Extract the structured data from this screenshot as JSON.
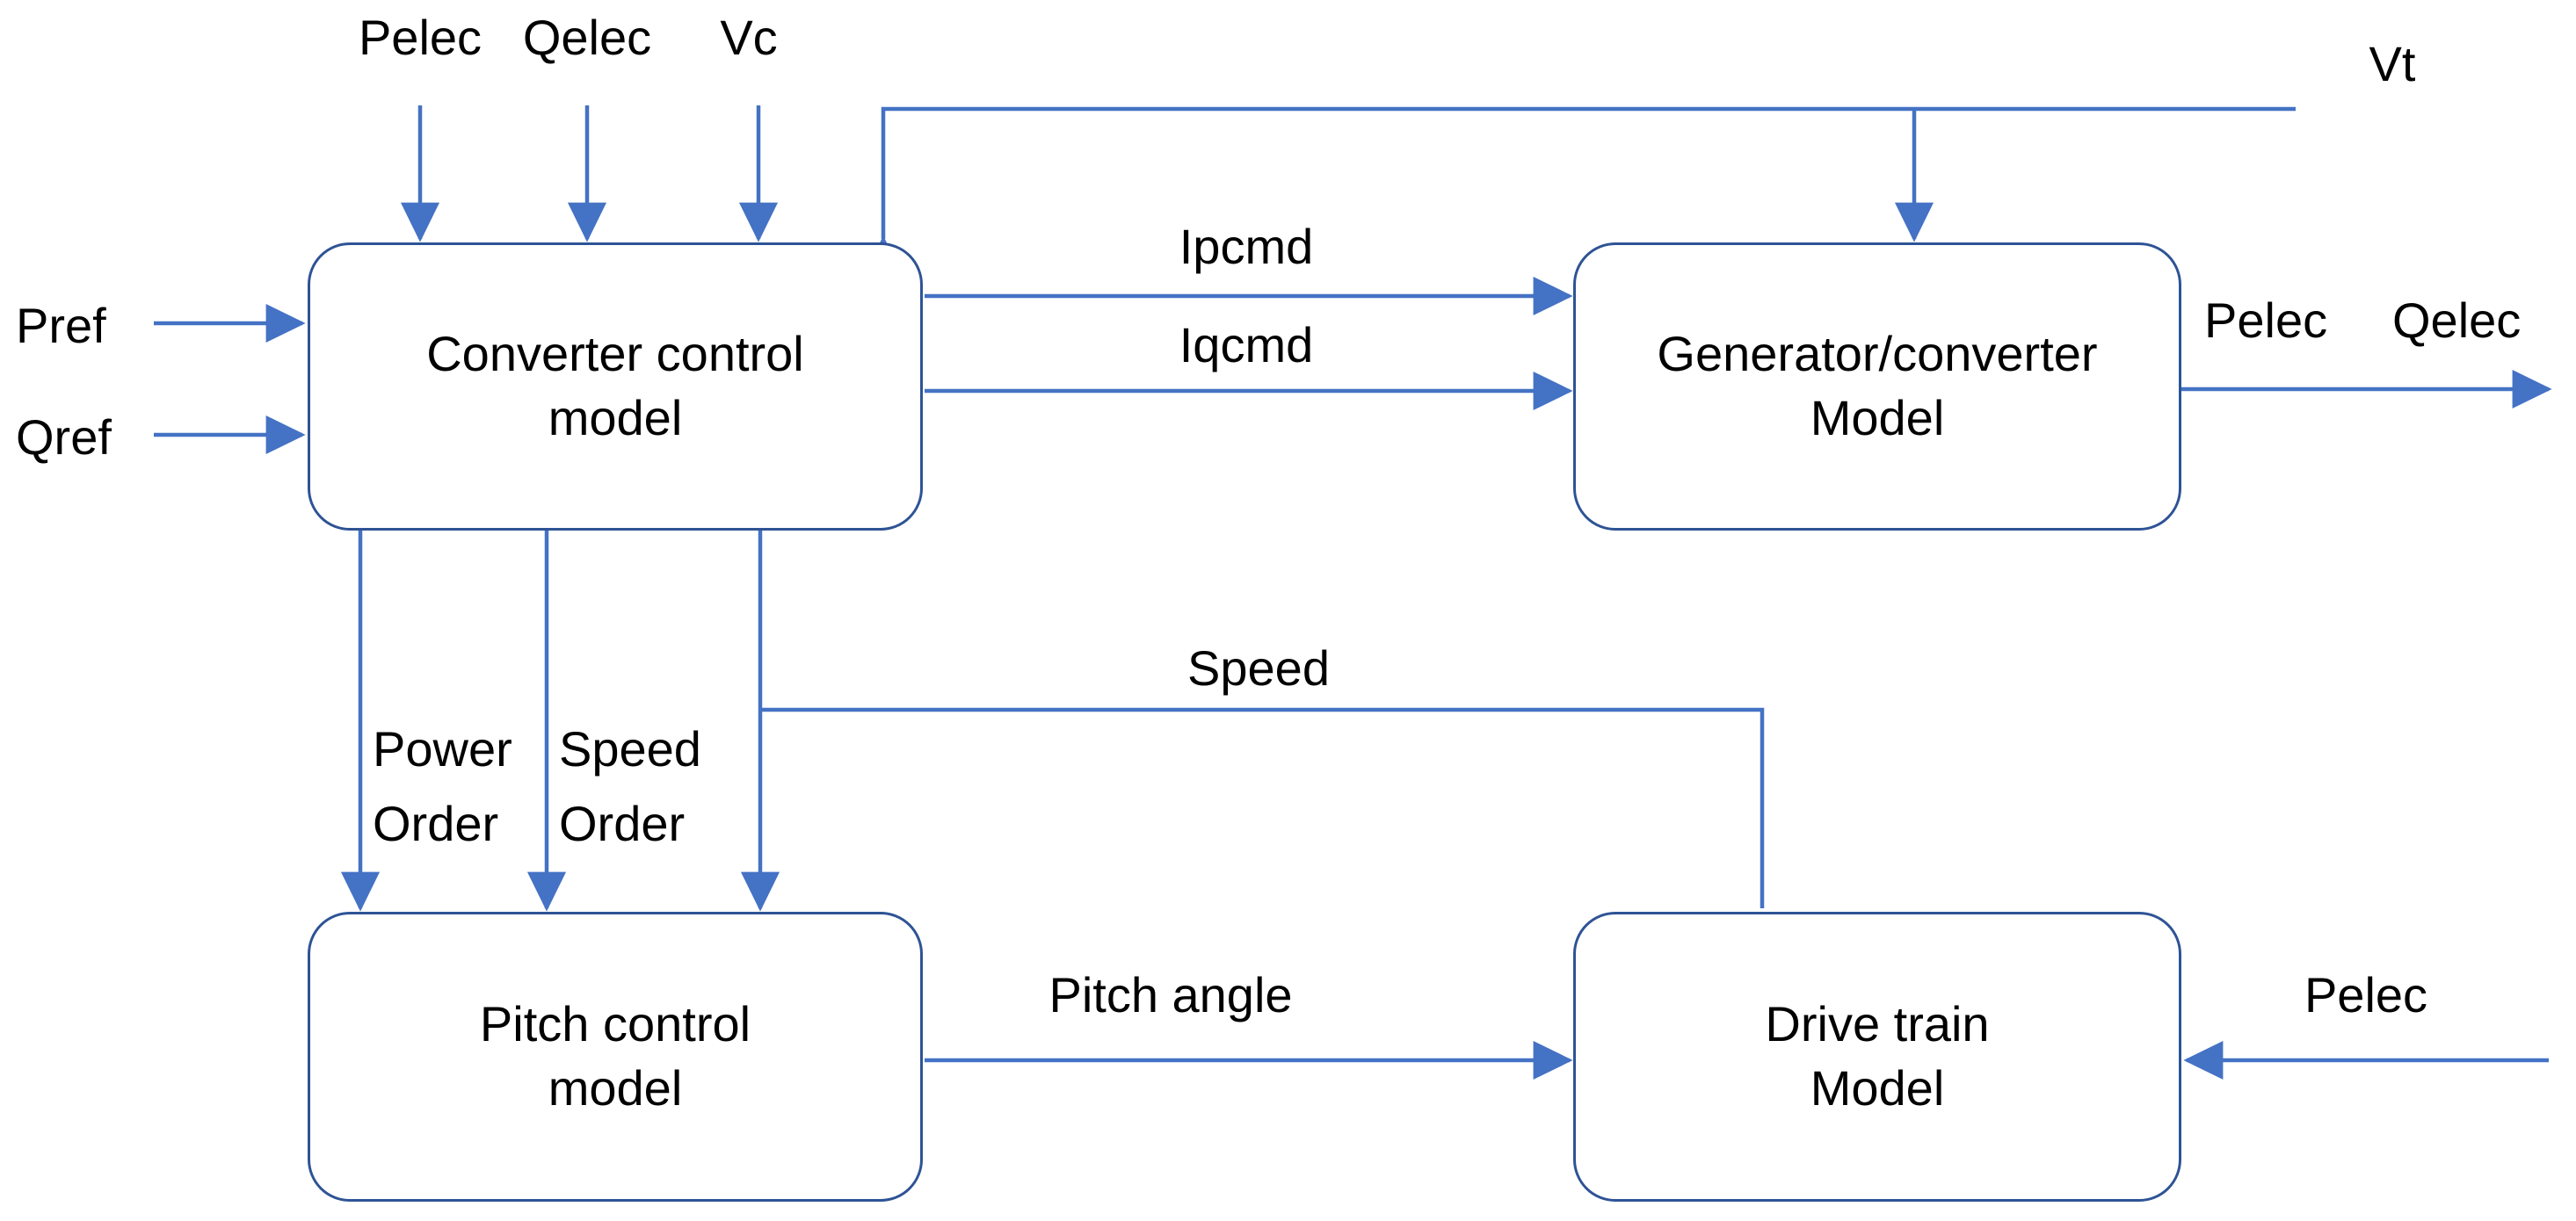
{
  "diagram": {
    "title": "Wind turbine generator model block diagram",
    "accent_color": "#4472C4",
    "box_border_color": "#2E5395",
    "text_color": "#000000",
    "background_color": "#FFFFFF"
  },
  "blocks": {
    "converter_control": {
      "line1": "Converter control",
      "line2": "model"
    },
    "generator_converter": {
      "line1": "Generator/converter",
      "line2": "Model"
    },
    "pitch_control": {
      "line1": "Pitch control",
      "line2": "model"
    },
    "drive_train": {
      "line1": "Drive train",
      "line2": "Model"
    }
  },
  "signals": {
    "pelec_top": "Pelec",
    "qelec_top": "Qelec",
    "vc_top": "Vc",
    "vt": "Vt",
    "pref": "Pref",
    "qref": "Qref",
    "ipcmd": "Ipcmd",
    "iqcmd": "Iqcmd",
    "pelec_out": "Pelec",
    "qelec_out": "Qelec",
    "power_order_l1": "Power",
    "power_order_l2": "Order",
    "speed_order_l1": "Speed",
    "speed_order_l2": "Order",
    "speed": "Speed",
    "pitch_angle": "Pitch angle",
    "pelec_drive_in": "Pelec"
  }
}
